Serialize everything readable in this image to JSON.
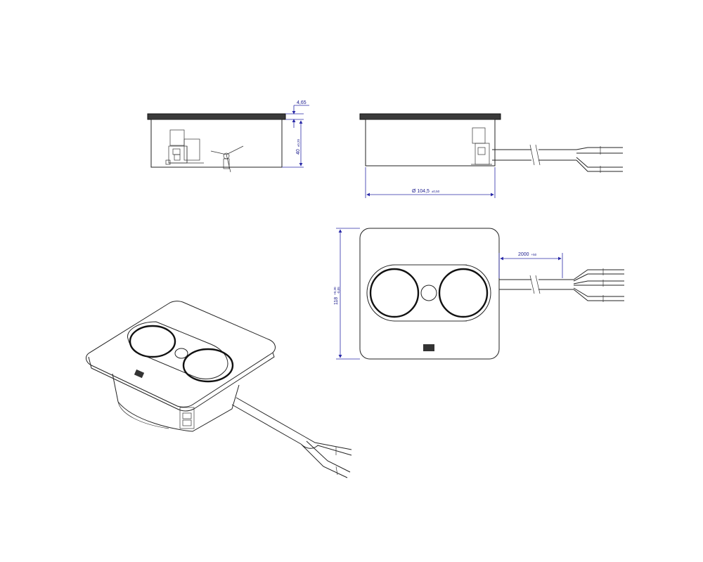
{
  "dimensions": {
    "flange_thickness": "4,65",
    "depth": {
      "value": "40",
      "tolerance": "±0,20"
    },
    "diameter": {
      "value": "Ø 104,5",
      "tolerance": "±0,50"
    },
    "height": {
      "value": "118",
      "tolerance_upper": "+0,30",
      "tolerance_lower": "-0,05"
    },
    "cable_length": {
      "value": "2000",
      "tolerance": "+50"
    }
  },
  "colors": {
    "dimension": "#2a2aa8",
    "outline": "#222222"
  }
}
